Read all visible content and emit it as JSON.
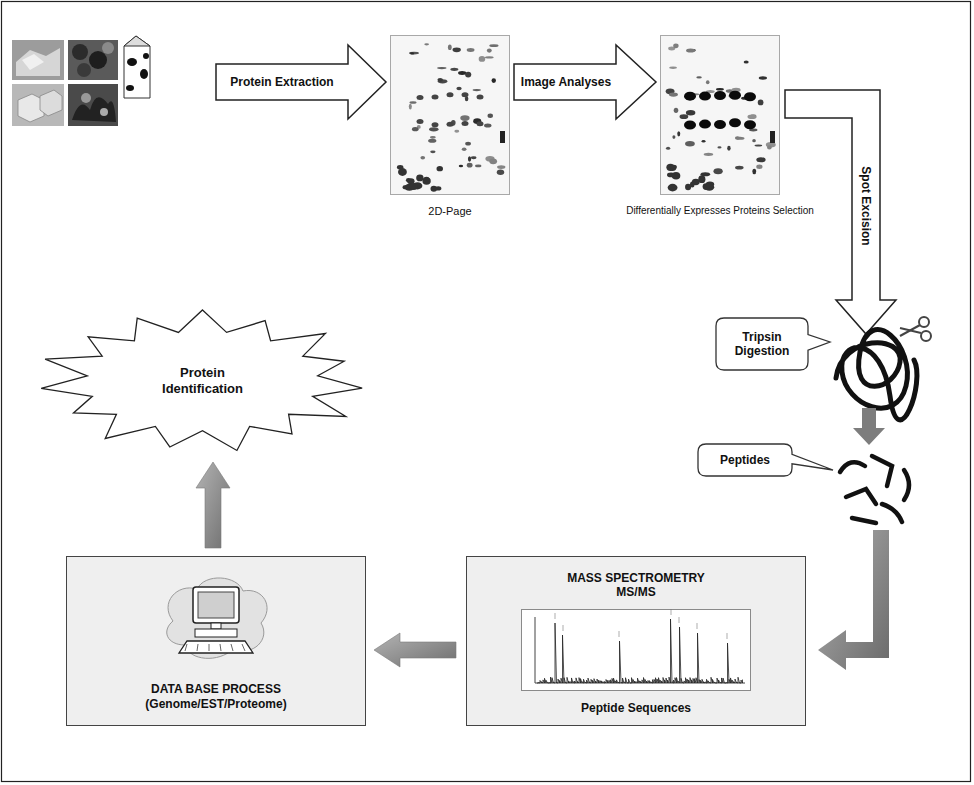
{
  "diagram": {
    "nodes": [
      {
        "text": [
          "2D-Page"
        ]
      },
      {
        "text": [
          "Differentially Expresses Proteins Selection"
        ]
      },
      {
        "text": [
          "Tripsin Digestion"
        ]
      },
      {
        "text": [
          "Peptides"
        ]
      },
      {
        "text": [
          "MASS SPECTROMETRY MS/MS",
          "Peptide Sequences"
        ]
      },
      {
        "text": [
          "DATA BASE PROCESS (Genome/EST/Proteome)"
        ]
      },
      {
        "text": [
          "Protein Identification"
        ]
      }
    ],
    "edges": [
      {
        "from": 0,
        "to": 1,
        "label": "Image Analyses",
        "arrow": "to"
      },
      {
        "from": 4,
        "to": 5,
        "arrow": "to"
      },
      {
        "from": 5,
        "to": 6,
        "arrow": "to"
      }
    ],
    "labels": [
      "Protein Extraction",
      "Spot Excision"
    ]
  }
}
